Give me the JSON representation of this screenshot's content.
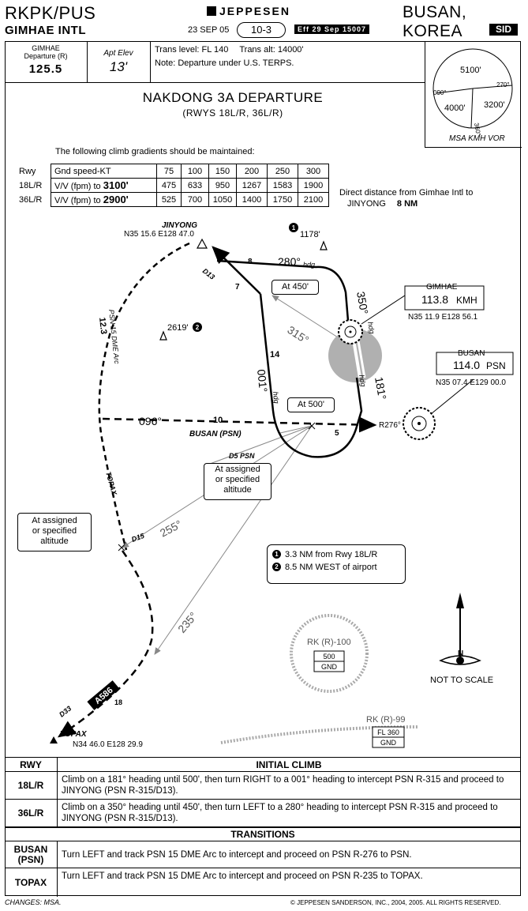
{
  "header": {
    "ident": "RKPK/PUS",
    "airport": "GIMHAE INTL",
    "logo": "JEPPESEN",
    "date": "23 SEP 05",
    "index": "10-3",
    "effective": "Eff 29 Sep 15007",
    "city": "BUSAN, KOREA",
    "type": "SID"
  },
  "info": {
    "freq_label": "GIMHAE\nDeparture (R)",
    "freq_label_1": "GIMHAE",
    "freq_label_2": "Departure (R)",
    "freq": "125.5",
    "elev_label": "Apt Elev",
    "elev": "13'",
    "trans_level": "Trans level: FL 140",
    "trans_alt": "Trans alt: 14000'",
    "note": "Note: Departure under U.S. TERPS."
  },
  "msa": {
    "alt_top": "5100'",
    "alt_left": "4000'",
    "alt_right": "3200'",
    "brg_090": "090°",
    "brg_270": "270°",
    "brg_360": "360°",
    "label": "MSA KMH VOR"
  },
  "title": "NAKDONG 3A DEPARTURE",
  "subtitle": "(RWYS 18L/R, 36L/R)",
  "climb_gradient": {
    "note": "The following climb gradients should be maintained:",
    "rwy_header": "Rwy",
    "speed_header": "Gnd speed-KT",
    "speeds": [
      "75",
      "100",
      "150",
      "200",
      "250",
      "300"
    ],
    "rows": [
      {
        "rwy": "18L/R",
        "label": "V/V (fpm) to ",
        "alt": "3100'",
        "values": [
          "475",
          "633",
          "950",
          "1267",
          "1583",
          "1900"
        ]
      },
      {
        "rwy": "36L/R",
        "label": "V/V (fpm) to ",
        "alt": "2900'",
        "values": [
          "525",
          "700",
          "1050",
          "1400",
          "1750",
          "2100"
        ]
      }
    ]
  },
  "direct_distance": {
    "line1": "Direct distance from Gimhae Intl to",
    "fix": "JINYONG",
    "dist": "8 NM"
  },
  "map": {
    "jinyong": {
      "name": "JINYONG",
      "coords": "N35 15.6 E128 47.0",
      "d13": "D13"
    },
    "obs1": "1178'",
    "obs2": "2619'",
    "gimhae": {
      "name": "GIMHAE",
      "freq": "113.8",
      "ident": "KMH",
      "coords": "N35 11.9 E128 56.1"
    },
    "busan": {
      "name": "BUSAN",
      "freq": "114.0",
      "ident": "PSN",
      "coords": "N35 07.4 E129 00.0"
    },
    "topax": {
      "name": "TOPAX",
      "coords": "N34 46.0 E128 29.9",
      "d33": "D33",
      "airway": "A586",
      "dist18": "18"
    },
    "labels": {
      "hdg280": "280°",
      "hdg": "hdg",
      "hdg350": "350°",
      "hdg181": "181°",
      "hdg001": "001°",
      "rad315": "315°",
      "rad096": "096°",
      "rad255": "255°",
      "rad235": "235°",
      "r276": "R276°",
      "seg8": "8",
      "seg7": "7",
      "seg14": "14",
      "seg10": "10",
      "seg5": "5",
      "arc": "PSN 15 DME Arc",
      "arc_dist": "12.3",
      "busan_psn": "BUSAN (PSN)",
      "d5psn": "D5 PSN",
      "d15": "D15",
      "topax_route": "TOPAX"
    },
    "callouts": {
      "at450": "At 450'",
      "at500": "At 500'",
      "assigned1": "At assigned\nor specified\naltitude",
      "assigned1_l1": "At assigned",
      "assigned1_l2": "or specified",
      "assigned1_l3": "altitude",
      "assigned2_l1": "At assigned",
      "assigned2_l2": "or specified",
      "assigned2_l3": "altitude"
    },
    "notes": {
      "n1": "3.3 NM from Rwy 18L/R",
      "n2": "8.5 NM WEST of airport",
      "n1_num": "1",
      "n2_num": "2"
    },
    "restricted1": {
      "name": "RK (R)-100",
      "top": "500",
      "bottom": "GND"
    },
    "restricted2": {
      "name": "RK (R)-99",
      "top": "FL 360",
      "bottom": "GND"
    },
    "north": "N",
    "scale": "NOT TO SCALE"
  },
  "initial_climb": {
    "rwy_header": "RWY",
    "title": "INITIAL CLIMB",
    "rows": [
      {
        "rwy": "18L/R",
        "text": "Climb on a 181° heading until 500', then turn RIGHT to a 001° heading to intercept PSN R-315 and proceed to JINYONG (PSN R-315/D13)."
      },
      {
        "rwy": "36L/R",
        "text": "Climb on a 350° heading until 450', then turn LEFT to a 280° heading to intercept PSN R-315 and proceed to JINYONG (PSN R-315/D13)."
      }
    ]
  },
  "transitions": {
    "title": "TRANSITIONS",
    "rows": [
      {
        "name": "BUSAN (PSN)",
        "name1": "BUSAN",
        "name2": "(PSN)",
        "text": "Turn LEFT and track PSN 15 DME Arc to intercept and proceed on PSN R-276 to PSN."
      },
      {
        "name": "TOPAX",
        "text": "Turn LEFT and track PSN 15 DME Arc to intercept and proceed on PSN R-235 to TOPAX."
      }
    ]
  },
  "footer": {
    "changes": "CHANGES:  MSA.",
    "copyright": "© JEPPESEN SANDERSON, INC., 2004, 2005. ALL RIGHTS RESERVED."
  }
}
